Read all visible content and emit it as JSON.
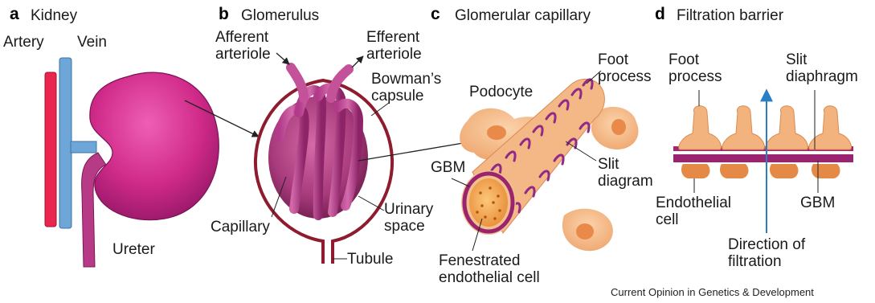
{
  "panels": {
    "a": {
      "letter": "a",
      "title": "Kidney"
    },
    "b": {
      "letter": "b",
      "title": "Glomerulus"
    },
    "c": {
      "letter": "c",
      "title": "Glomerular capillary"
    },
    "d": {
      "letter": "d",
      "title": "Filtration barrier"
    }
  },
  "labels": {
    "artery": "Artery",
    "vein": "Vein",
    "ureter": "Ureter",
    "afferent_1": "Afferent",
    "afferent_2": "arteriole",
    "efferent_1": "Efferent",
    "efferent_2": "arteriole",
    "bowmans_1": "Bowman’s",
    "bowmans_2": "capsule",
    "capillary": "Capillary",
    "urinary_1": "Urinary",
    "urinary_2": "space",
    "tubule": "Tubule",
    "podocyte": "Podocyte",
    "foot_c_1": "Foot",
    "foot_c_2": "process",
    "gbm_c": "GBM",
    "slit_c_1": "Slit",
    "slit_c_2": "diagram",
    "fenestrated_1": "Fenestrated",
    "fenestrated_2": "endothelial cell",
    "foot_d_1": "Foot",
    "foot_d_2": "process",
    "slit_d_1": "Slit",
    "slit_d_2": "diaphragm",
    "endothelial_1": "Endothelial",
    "endothelial_2": "cell",
    "gbm_d": "GBM",
    "direction_1": "Direction of",
    "direction_2": "filtration"
  },
  "credit": "Current Opinion in Genetics & Development",
  "colors": {
    "artery": "#e8264f",
    "vein": "#6ea6d8",
    "kidney": "#d62d8c",
    "kidney_dark": "#a0186a",
    "capsule": "#8e1b2e",
    "glomerulus": "#b8488e",
    "podocyte": "#f2b37e",
    "gbm": "#9b2470",
    "arrow": "#2a7fc4"
  },
  "icons": {
    "kidney": "kidney-icon",
    "glomerulus": "glomerulus-icon",
    "capillary": "capillary-icon",
    "barrier": "filtration-barrier-icon"
  }
}
